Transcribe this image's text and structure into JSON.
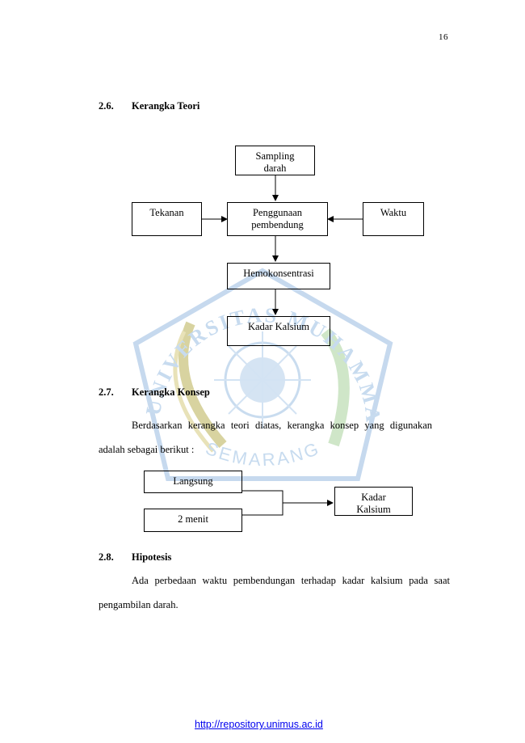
{
  "page": {
    "number": "16"
  },
  "watermark": {
    "top_text": "UNIVERSITAS MUHAMMADIYAH",
    "bottom_text": "SEMARANG",
    "color": "#cfe0f2"
  },
  "sections": {
    "s26": {
      "number": "2.6.",
      "title": "Kerangka Teori"
    },
    "s27": {
      "number": "2.7.",
      "title": "Kerangka Konsep",
      "paragraph_line1": "Berdasarkan kerangka teori diatas, kerangka konsep yang digunakan",
      "paragraph_line2": "adalah sebagai berikut :"
    },
    "s28": {
      "number": "2.8.",
      "title": "Hipotesis",
      "paragraph_line1": "Ada perbedaan waktu pembendungan terhadap kadar kalsium pada saat",
      "paragraph_line2": "pengambilan darah."
    }
  },
  "teori_diagram": {
    "sampling": [
      "Sampling",
      "darah"
    ],
    "tekanan": "Tekanan",
    "penggunaan": [
      "Penggunaan",
      "pembendung"
    ],
    "waktu": "Waktu",
    "hemokonsentrasi": "Hemokonsentrasi",
    "kadar_kalsium": "Kadar Kalsium"
  },
  "konsep_diagram": {
    "langsung": "Langsung",
    "dua_menit": "2 menit",
    "kadar_kalsium": [
      "Kadar",
      "Kalsium"
    ]
  },
  "footer": {
    "link": "http://repository.unimus.ac.id"
  }
}
